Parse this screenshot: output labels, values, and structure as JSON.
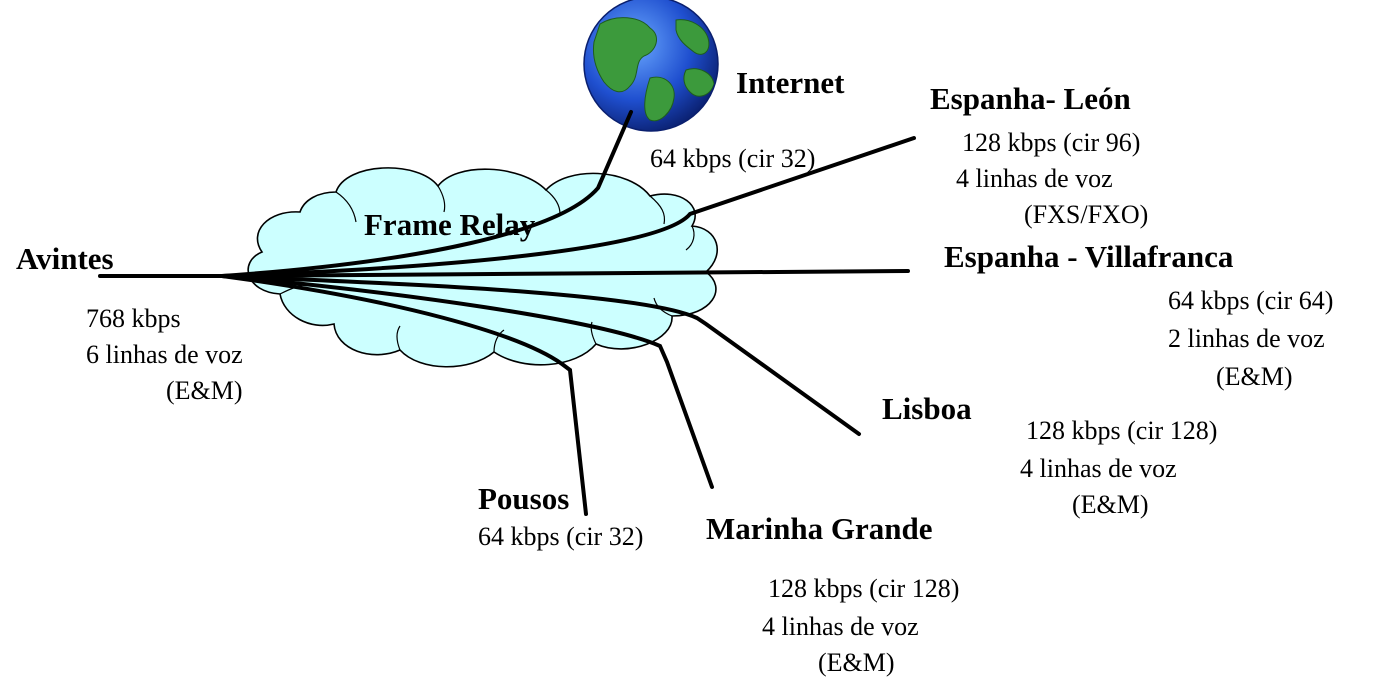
{
  "network": {
    "cloud_label": "Frame Relay",
    "hub": {
      "name": "Avintes",
      "bandwidth": "768 kbps",
      "voice_lines": "6 linhas de voz",
      "voice_type": "(E&M)"
    },
    "internet": {
      "name": "Internet",
      "bandwidth": "64 kbps (cir 32)"
    },
    "leon": {
      "name": "Espanha- León",
      "bandwidth": "128 kbps (cir 96)",
      "voice_lines": "4 linhas de voz",
      "voice_type": "(FXS/FXO)"
    },
    "villafranca": {
      "name": "Espanha - Villafranca",
      "bandwidth": "64 kbps (cir 64)",
      "voice_lines": "2 linhas de voz",
      "voice_type": "(E&M)"
    },
    "lisboa": {
      "name": "Lisboa",
      "bandwidth": "128 kbps (cir 128)",
      "voice_lines": "4 linhas de voz",
      "voice_type": "(E&M)"
    },
    "pousos": {
      "name": "Pousos",
      "bandwidth": "64 kbps (cir 32)"
    },
    "marinha": {
      "name": "Marinha Grande",
      "bandwidth": "128 kbps (cir 128)",
      "voice_lines": "4 linhas de voz",
      "voice_type": "(E&M)"
    }
  },
  "colors": {
    "cloud_fill": "#ccffff",
    "ocean": "#1f4fcf",
    "land": "#3c9a3c",
    "line": "#000000"
  }
}
